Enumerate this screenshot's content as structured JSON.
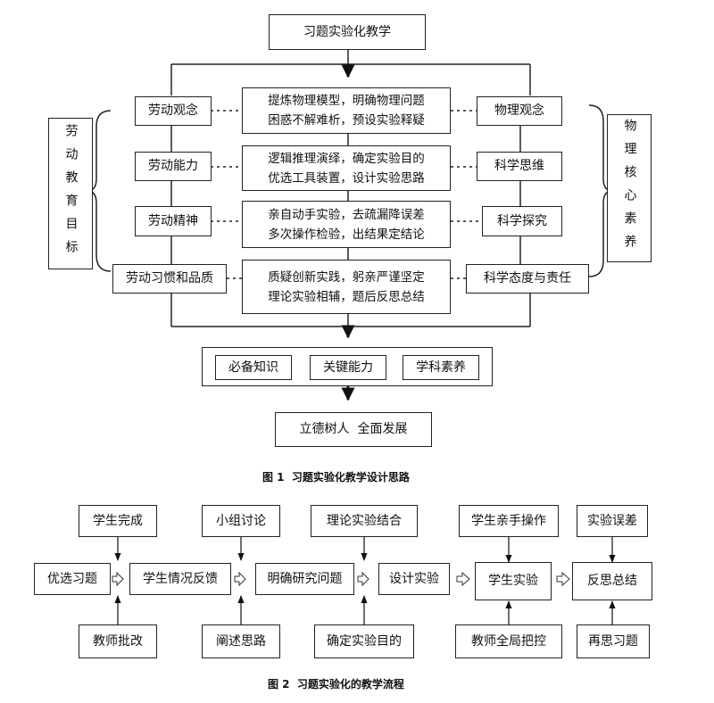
{
  "fig1": {
    "top": "习题实验化教学",
    "left_group": "劳动教育目标",
    "right_group": "物理核心素养",
    "rows": [
      {
        "left": "劳动观念",
        "mid": [
          "提炼物理模型，明确物理问题",
          "困惑不解难析，预设实验释疑"
        ],
        "right": "物理观念"
      },
      {
        "left": "劳动能力",
        "mid": [
          "逻辑推理演绎，确定实验目的",
          "优选工具装置，设计实验思路"
        ],
        "right": "科学思维"
      },
      {
        "left": "劳动精神",
        "mid": [
          "亲自动手实验，去疏漏降误差",
          "多次操作检验，出结果定结论"
        ],
        "right": "科学探究"
      },
      {
        "left": "劳动习惯和品质",
        "mid": [
          "质疑创新实践，躬亲严谨坚定",
          "理论实验相辅，题后反思总结"
        ],
        "right": "科学态度与责任"
      }
    ],
    "outcomes": [
      "必备知识",
      "关键能力",
      "学科素养"
    ],
    "goal": "立德树人  全面发展",
    "caption": "图 1  习题实验化教学设计思路"
  },
  "fig2": {
    "top": [
      "学生完成",
      "小组讨论",
      "理论实验结合",
      "学生亲手操作",
      "实验误差"
    ],
    "mid": [
      "优选习题",
      "学生情况反馈",
      "明确研究问题",
      "设计实验",
      "学生实验",
      "反思总结"
    ],
    "bottom": [
      "教师批改",
      "阐述思路",
      "确定实验目的",
      "教师全局把控",
      "再思习题"
    ],
    "caption": "图 2  习题实验化的教学流程"
  }
}
